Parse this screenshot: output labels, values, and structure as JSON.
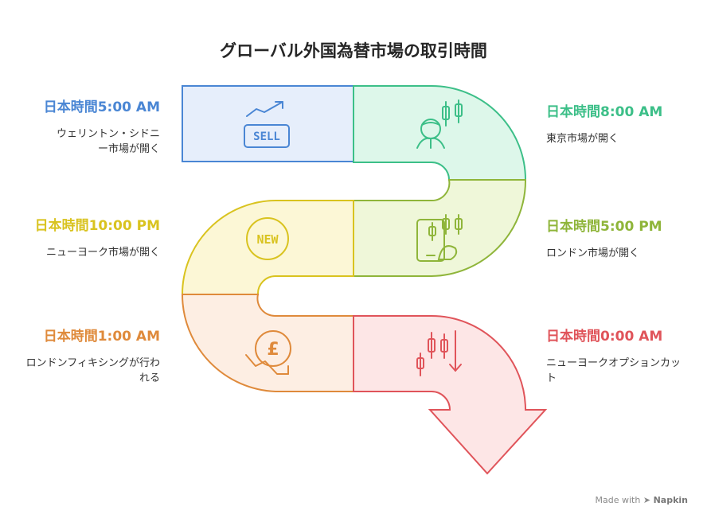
{
  "title": "グローバル外国為替市場の取引時間",
  "colors": {
    "blue": "#4a86d4",
    "green": "#3cbf88",
    "olive": "#8fb53a",
    "yellow": "#d9c31f",
    "orange": "#df8a3b",
    "red": "#e0545a"
  },
  "steps": [
    {
      "time": "日本時間5:00 AM",
      "desc": "ウェリントン・シドニー市場が開く",
      "icon": "sell-icon",
      "color": "#4a86d4"
    },
    {
      "time": "日本時間8:00 AM",
      "desc": "東京市場が開く",
      "icon": "trader-candlestick-icon",
      "color": "#3cbf88"
    },
    {
      "time": "日本時間5:00 PM",
      "desc": "ロンドン市場が開く",
      "icon": "mobile-candlestick-icon",
      "color": "#8fb53a"
    },
    {
      "time": "日本時間10:00 PM",
      "desc": "ニューヨーク市場が開く",
      "icon": "new-badge-icon",
      "color": "#d9c31f"
    },
    {
      "time": "日本時間1:00 AM",
      "desc": "ロンドンフィキシングが行われる",
      "icon": "pound-down-icon",
      "color": "#df8a3b"
    },
    {
      "time": "日本時間0:00 AM",
      "desc": "ニューヨークオプションカット",
      "icon": "candlestick-down-icon",
      "color": "#e0545a"
    }
  ],
  "icons": {
    "sell_text": "SELL",
    "new_text": "NEW"
  },
  "footer": {
    "made_with": "Made with",
    "brand": "Napkin"
  }
}
